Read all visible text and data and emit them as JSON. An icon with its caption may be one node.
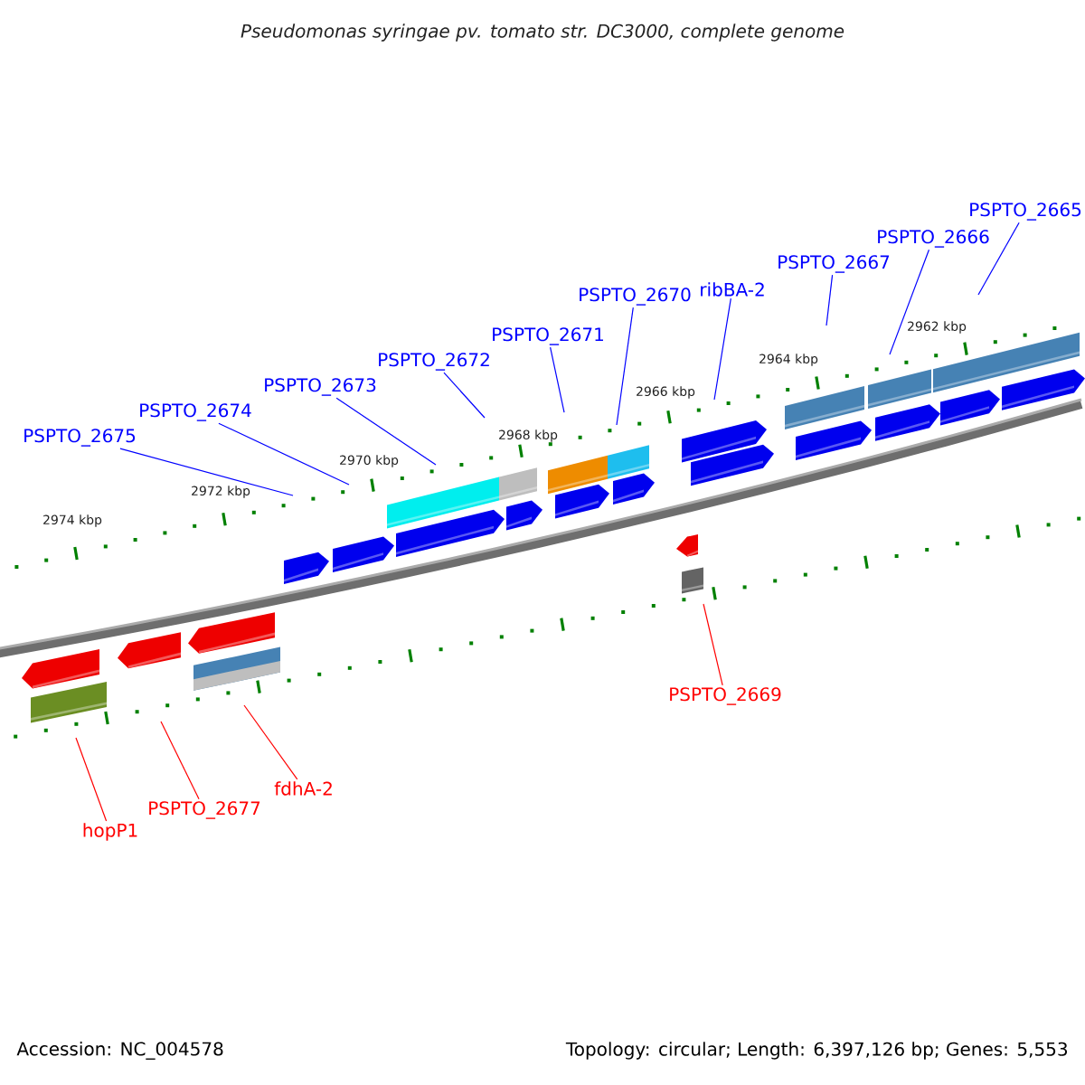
{
  "diagram": {
    "title": "Pseudomonas syringae pv. tomato str. DC3000, complete genome",
    "nodes": [
      {
        "text": [
          "PSPTO_2665"
        ]
      },
      {
        "text": [
          "PSPTO_2666"
        ]
      },
      {
        "text": [
          "PSPTO_2667"
        ]
      },
      {
        "text": [
          "ribBA-2"
        ]
      },
      {
        "text": [
          "PSPTO_2670"
        ]
      },
      {
        "text": [
          "PSPTO_2671"
        ]
      },
      {
        "text": [
          "PSPTO_2672"
        ]
      },
      {
        "text": [
          "PSPTO_2673"
        ]
      },
      {
        "text": [
          "PSPTO_2674"
        ]
      },
      {
        "text": [
          "PSPTO_2675"
        ]
      },
      {
        "text": [
          "PSPTO_2669"
        ]
      },
      {
        "text": [
          "fdhA-2"
        ]
      },
      {
        "text": [
          "PSPTO_2677"
        ]
      },
      {
        "text": [
          "hopP1"
        ]
      }
    ],
    "edges": [
      {
        "from": 0,
        "to": null,
        "arrow": "none"
      },
      {
        "from": 1,
        "to": null,
        "arrow": "none"
      },
      {
        "from": 2,
        "to": null,
        "arrow": "none"
      },
      {
        "from": 3,
        "to": null,
        "arrow": "none"
      },
      {
        "from": 4,
        "to": null,
        "arrow": "none"
      },
      {
        "from": 5,
        "to": null,
        "arrow": "none"
      },
      {
        "from": 6,
        "to": null,
        "arrow": "none"
      },
      {
        "from": 7,
        "to": null,
        "arrow": "none"
      },
      {
        "from": 8,
        "to": null,
        "arrow": "none"
      },
      {
        "from": 9,
        "to": null,
        "arrow": "none"
      },
      {
        "from": 10,
        "to": null,
        "arrow": "none",
        "color": "#ff0000"
      },
      {
        "from": 11,
        "to": null,
        "arrow": "none",
        "color": "#ff0000"
      },
      {
        "from": 12,
        "to": null,
        "arrow": "none",
        "color": "#ff0000"
      },
      {
        "from": 13,
        "to": null,
        "arrow": "none",
        "color": "#ff0000"
      }
    ],
    "labels": [
      "2962 kbp",
      "2964 kbp",
      "2966 kbp",
      "2968 kbp",
      "2970 kbp",
      "2972 kbp",
      "2974 kbp",
      "Accession: NC_004578",
      "Topology: circular; Length: 6,397,126 bp; Genes: 5,553"
    ]
  }
}
